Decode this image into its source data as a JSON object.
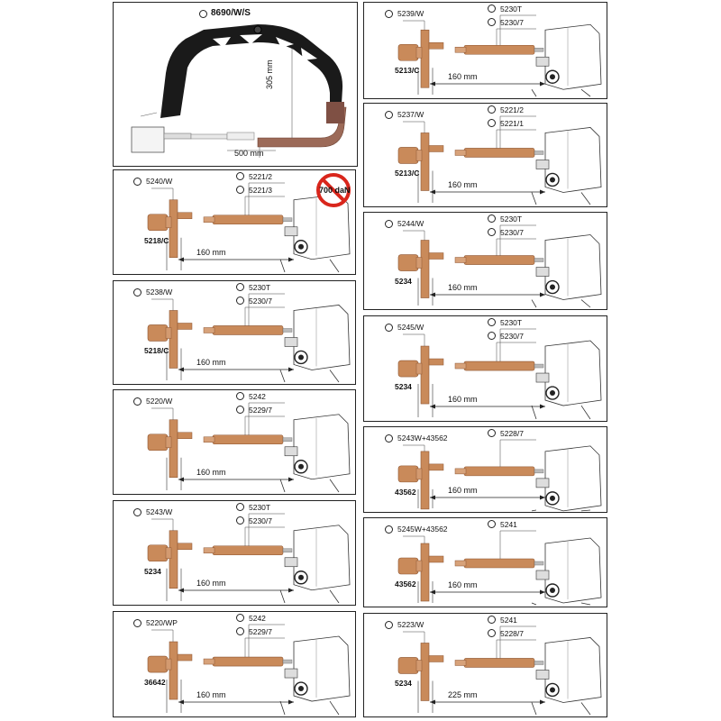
{
  "colors": {
    "copper": "#c98a5a",
    "copper_dark": "#8e5632",
    "frame": "#1a1a1a",
    "no_sign": "#d9261c"
  },
  "top_panel": {
    "model": "8690/W/S",
    "dim_vertical": "305 mm",
    "dim_horizontal": "500 mm"
  },
  "left_panels": [
    {
      "arm": "5240/W",
      "tip": "5218/C",
      "elec1": "5221/2",
      "elec2": "5221/3",
      "dim": "160 mm",
      "badge": "700 daN"
    },
    {
      "arm": "5238/W",
      "tip": "5218/C",
      "elec1": "5230T",
      "elec2": "5230/7",
      "dim": "160 mm"
    },
    {
      "arm": "5220/W",
      "tip": "",
      "elec1": "5242",
      "elec2": "5229/7",
      "dim": "160 mm"
    },
    {
      "arm": "5243/W",
      "tip": "5234",
      "elec1": "5230T",
      "elec2": "5230/7",
      "dim": "160 mm"
    },
    {
      "arm": "5220/WP",
      "tip": "36642",
      "elec1": "5242",
      "elec2": "5229/7",
      "dim": "160 mm"
    }
  ],
  "right_panels": [
    {
      "arm": "5239/W",
      "tip": "5213/C",
      "elec1": "5230T",
      "elec2": "5230/7",
      "dim": "160 mm"
    },
    {
      "arm": "5237/W",
      "tip": "5213/C",
      "elec1": "5221/2",
      "elec2": "5221/1",
      "dim": "160 mm"
    },
    {
      "arm": "5244/W",
      "tip": "5234",
      "elec1": "5230T",
      "elec2": "5230/7",
      "dim": "160 mm"
    },
    {
      "arm": "5245/W",
      "tip": "5234",
      "elec1": "5230T",
      "elec2": "5230/7",
      "dim": "160 mm"
    },
    {
      "arm": "5243W+43562",
      "tip": "43562",
      "elec1": "5228/7",
      "elec2": "",
      "dim": "160 mm"
    },
    {
      "arm": "5245W+43562",
      "tip": "43562",
      "elec1": "5241",
      "elec2": "",
      "dim": "160 mm"
    },
    {
      "arm": "5223/W",
      "tip": "5234",
      "elec1": "5241",
      "elec2": "5228/7",
      "dim": "225 mm"
    }
  ]
}
